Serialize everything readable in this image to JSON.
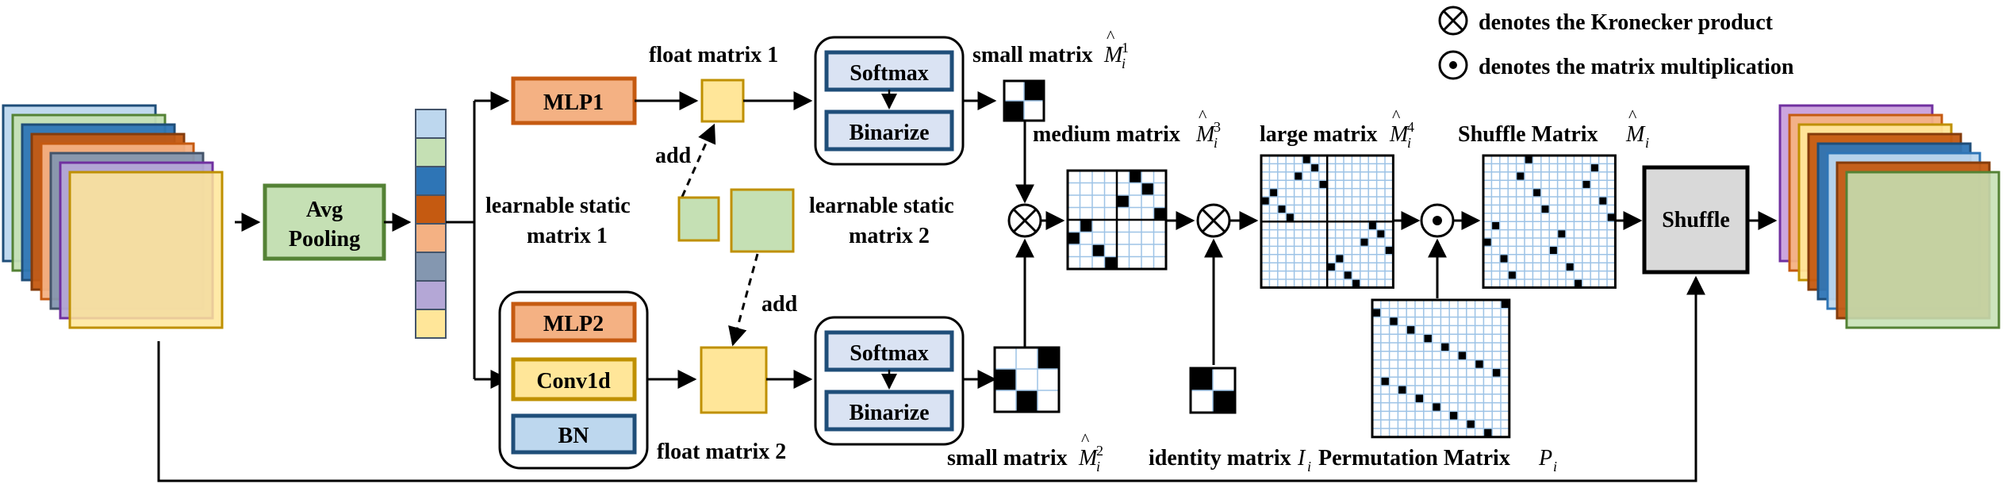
{
  "legend": {
    "kronecker": "denotes the Kronecker product",
    "matmul": "denotes the matrix multiplication"
  },
  "blocks": {
    "avg_pooling_line1": "Avg",
    "avg_pooling_line2": "Pooling",
    "mlp1": "MLP1",
    "mlp2": "MLP2",
    "conv1d": "Conv1d",
    "bn": "BN",
    "softmax_top": "Softmax",
    "binarize_top": "Binarize",
    "softmax_bottom": "Softmax",
    "binarize_bottom": "Binarize",
    "shuffle": "Shuffle"
  },
  "labels": {
    "float_matrix_1": "float matrix 1",
    "float_matrix_2": "float matrix 2",
    "add_top": "add",
    "add_bottom": "add",
    "static1_line1": "learnable static",
    "static1_line2": "matrix 1",
    "static2_line1": "learnable static",
    "static2_line2": "matrix 2",
    "small_matrix_1": "small matrix",
    "small_matrix_2": "small matrix",
    "medium_matrix": "medium matrix",
    "large_matrix": "large matrix",
    "shuffle_matrix": "Shuffle Matrix",
    "identity_matrix": "identity matrix",
    "permutation_matrix": "Permutation Matrix"
  },
  "math": {
    "m1_base": "M",
    "m1_sup": "1",
    "m1_sub": "i",
    "m2_base": "M",
    "m2_sup": "2",
    "m2_sub": "i",
    "m3_base": "M",
    "m3_sup": "3",
    "m3_sub": "i",
    "m4_base": "M",
    "m4_sup": "4",
    "m4_sub": "i",
    "mi_base": "M",
    "mi_sub": "i",
    "ii_base": "I",
    "ii_sub": "i",
    "pi_base": "P",
    "pi_sub": "i"
  },
  "colors": {
    "orange_fill": "#F4B183",
    "orange_stroke": "#C55A11",
    "green_fill": "#C5E0B4",
    "green_stroke": "#548235",
    "yellow_fill": "#FFE699",
    "yellow_stroke": "#BF9000",
    "blue_fill": "#BDD7EE",
    "blue_stroke": "#1F4E79",
    "gray_fill": "#D9D9D9",
    "grid_line": "#9DC3E6"
  },
  "feature_stack_colors": [
    "#BDD7EE",
    "#C5E0B4",
    "#2E75B6",
    "#C55A11",
    "#F4B183",
    "#8497B0",
    "#B4A7D6",
    "#FFE699"
  ],
  "vector_colors": [
    "#BDD7EE",
    "#C5E0B4",
    "#2E75B6",
    "#C55A11",
    "#F4B183",
    "#8497B0",
    "#B4A7D6",
    "#FFE699"
  ],
  "output_stack_colors": [
    "#C9A0DC",
    "#F4B183",
    "#FFE699",
    "#C55A11",
    "#2E75B6",
    "#BDD7EE",
    "#C55A11",
    "#C5E0B4"
  ]
}
